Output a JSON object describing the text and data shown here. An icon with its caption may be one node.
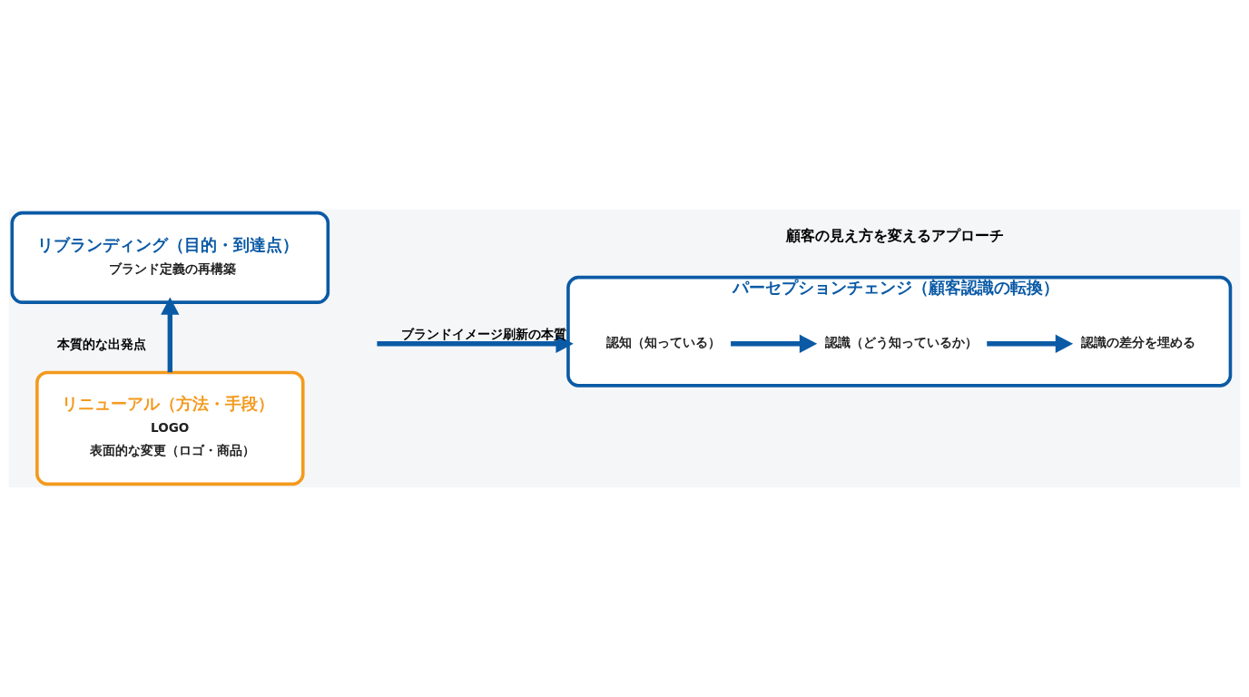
{
  "diagram": {
    "nodes": [
      {
        "text": [
          "リブランディング（目的・到達点）",
          "ブランド定義の再構築"
        ]
      },
      {
        "text": [
          "リニューアル（方法・手段）",
          "LOGO",
          "表面的な変更（ロゴ・商品）"
        ]
      },
      {
        "text": [
          "パーセプションチェンジ（顧客認識の転換）"
        ],
        "beside": [
          "顧客の見え方を変えるアプローチ"
        ]
      },
      {
        "text": [
          "認知（知っている）"
        ],
        "in": 2
      },
      {
        "text": [
          "認識（どう知っているか）"
        ],
        "in": 2
      },
      {
        "text": [
          "認識の差分を埋める"
        ],
        "in": 2
      }
    ],
    "edges": [
      {
        "from": 1,
        "to": 0,
        "arrow": "to",
        "label": "本質的な出発点"
      },
      {
        "from": null,
        "to": 2,
        "arrow": "to",
        "label": "ブランドイメージ刷新の本質"
      },
      {
        "from": 3,
        "to": 4,
        "arrow": "to"
      },
      {
        "from": 4,
        "to": 5,
        "arrow": "to"
      }
    ]
  }
}
